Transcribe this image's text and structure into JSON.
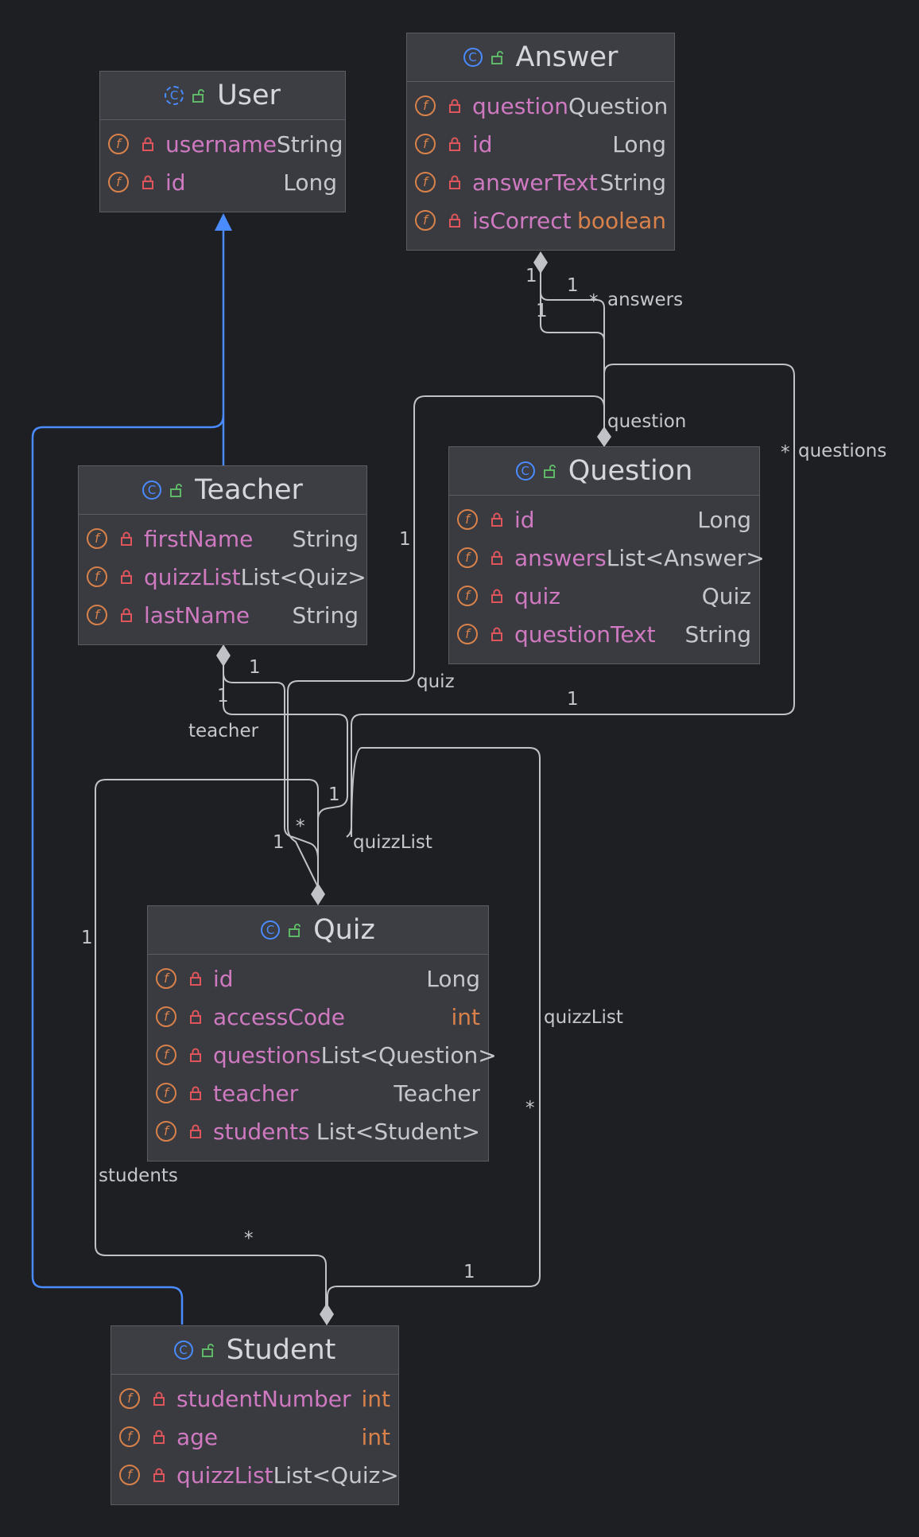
{
  "classes": {
    "user": {
      "name": "User",
      "fields": [
        {
          "name": "username",
          "type": "String"
        },
        {
          "name": "id",
          "type": "Long"
        }
      ]
    },
    "answer": {
      "name": "Answer",
      "fields": [
        {
          "name": "question",
          "type": "Question"
        },
        {
          "name": "id",
          "type": "Long"
        },
        {
          "name": "answerText",
          "type": "String"
        },
        {
          "name": "isCorrect",
          "type": "boolean"
        }
      ]
    },
    "teacher": {
      "name": "Teacher",
      "fields": [
        {
          "name": "firstName",
          "type": "String"
        },
        {
          "name": "quizzList",
          "type": "List<Quiz>"
        },
        {
          "name": "lastName",
          "type": "String"
        }
      ]
    },
    "question": {
      "name": "Question",
      "fields": [
        {
          "name": "id",
          "type": "Long"
        },
        {
          "name": "answers",
          "type": "List<Answer>"
        },
        {
          "name": "quiz",
          "type": "Quiz"
        },
        {
          "name": "questionText",
          "type": "String"
        }
      ]
    },
    "quiz": {
      "name": "Quiz",
      "fields": [
        {
          "name": "id",
          "type": "Long"
        },
        {
          "name": "accessCode",
          "type": "int"
        },
        {
          "name": "questions",
          "type": "List<Question>"
        },
        {
          "name": "teacher",
          "type": "Teacher"
        },
        {
          "name": "students",
          "type": "List<Student>"
        }
      ]
    },
    "student": {
      "name": "Student",
      "fields": [
        {
          "name": "studentNumber",
          "type": "int"
        },
        {
          "name": "age",
          "type": "int"
        },
        {
          "name": "quizzList",
          "type": "List<Quiz>"
        }
      ]
    }
  },
  "icons": {
    "class_letter": "C",
    "field_letter": "f"
  },
  "labels": {
    "answers": "answers",
    "question": "question",
    "questions": "questions",
    "quiz": "quiz",
    "teacher": "teacher",
    "quizzList_top": "quizzList",
    "quizzList_right": "quizzList",
    "students": "students"
  },
  "multiplicities": {
    "answer_1a": "1",
    "answer_1b": "1",
    "answer_1c": "1",
    "answers_star": "*",
    "questions_star": "*",
    "question_1": "1",
    "questions_1": "1",
    "teacher_1a": "1",
    "teacher_1b": "1",
    "quiz_star": "*",
    "quiz_1a": "1",
    "quiz_1b": "1",
    "students_1": "1",
    "quizzList_star": "*",
    "students_star": "*",
    "student_1": "1"
  },
  "colors": {
    "background": "#1e1f22",
    "class_fill": "#393b40",
    "border": "#5a5d63",
    "inheritance": "#4a8bff",
    "association": "#c0c2c7",
    "field_name": "#cf79c1",
    "field_type": "#c5c7cc",
    "primitive_type": "#d9814b"
  }
}
